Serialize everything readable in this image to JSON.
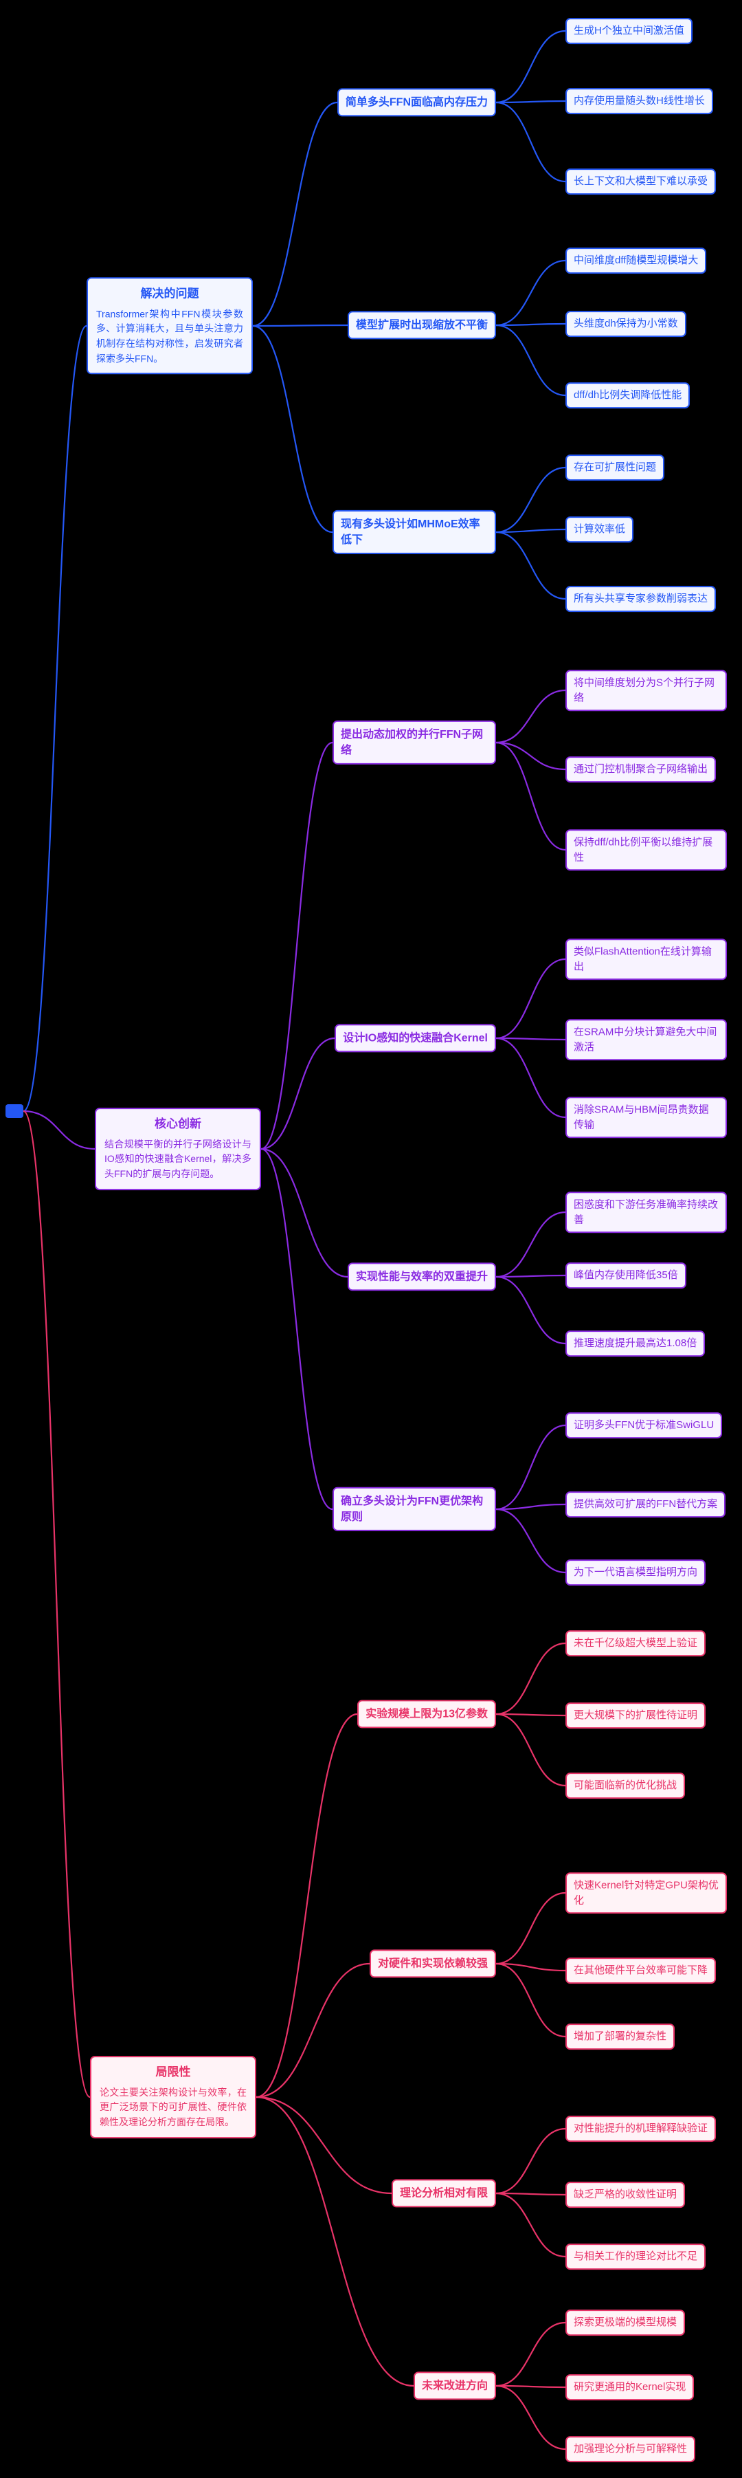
{
  "colors": {
    "blue": "#2457f5",
    "purple": "#8a2be2",
    "pink": "#e83368"
  },
  "background": "#000000",
  "branches": [
    {
      "title": "解决的问题",
      "description": "Transformer架构中FFN模块参数多、计算消耗大，且与单头注意力机制存在结构对称性，启发研究者探索多头FFN。",
      "color": "blue",
      "children": [
        {
          "label": "简单多头FFN面临高内存压力",
          "children": [
            {
              "label": "生成H个独立中间激活值"
            },
            {
              "label": "内存使用量随头数H线性增长"
            },
            {
              "label": "长上下文和大模型下难以承受"
            }
          ]
        },
        {
          "label": "模型扩展时出现缩放不平衡",
          "children": [
            {
              "label": "中间维度dff随模型规模增大"
            },
            {
              "label": "头维度dh保持为小常数"
            },
            {
              "label": "dff/dh比例失调降低性能"
            }
          ]
        },
        {
          "label": "现有多头设计如MHMoE效率低下",
          "children": [
            {
              "label": "存在可扩展性问题"
            },
            {
              "label": "计算效率低"
            },
            {
              "label": "所有头共享专家参数削弱表达"
            }
          ]
        }
      ]
    },
    {
      "title": "核心创新",
      "description": "结合规模平衡的并行子网络设计与IO感知的快速融合Kernel，解决多头FFN的扩展与内存问题。",
      "color": "purple",
      "children": [
        {
          "label": "提出动态加权的并行FFN子网络",
          "children": [
            {
              "label": "将中间维度划分为S个并行子网络"
            },
            {
              "label": "通过门控机制聚合子网络输出"
            },
            {
              "label": "保持dff/dh比例平衡以维持扩展性"
            }
          ]
        },
        {
          "label": "设计IO感知的快速融合Kernel",
          "children": [
            {
              "label": "类似FlashAttention在线计算输出"
            },
            {
              "label": "在SRAM中分块计算避免大中间激活"
            },
            {
              "label": "消除SRAM与HBM间昂贵数据传输"
            }
          ]
        },
        {
          "label": "实现性能与效率的双重提升",
          "children": [
            {
              "label": "困惑度和下游任务准确率持续改善"
            },
            {
              "label": "峰值内存使用降低35倍"
            },
            {
              "label": "推理速度提升最高达1.08倍"
            }
          ]
        },
        {
          "label": "确立多头设计为FFN更优架构原则",
          "children": [
            {
              "label": "证明多头FFN优于标准SwiGLU"
            },
            {
              "label": "提供高效可扩展的FFN替代方案"
            },
            {
              "label": "为下一代语言模型指明方向"
            }
          ]
        }
      ]
    },
    {
      "title": "局限性",
      "description": "论文主要关注架构设计与效率，在更广泛场景下的可扩展性、硬件依赖性及理论分析方面存在局限。",
      "color": "pink",
      "children": [
        {
          "label": "实验规模上限为13亿参数",
          "children": [
            {
              "label": "未在千亿级超大模型上验证"
            },
            {
              "label": "更大规模下的扩展性待证明"
            },
            {
              "label": "可能面临新的优化挑战"
            }
          ]
        },
        {
          "label": "对硬件和实现依赖较强",
          "children": [
            {
              "label": "快速Kernel针对特定GPU架构优化"
            },
            {
              "label": "在其他硬件平台效率可能下降"
            },
            {
              "label": "增加了部署的复杂性"
            }
          ]
        },
        {
          "label": "理论分析相对有限",
          "children": [
            {
              "label": "对性能提升的机理解释缺验证"
            },
            {
              "label": "缺乏严格的收敛性证明"
            },
            {
              "label": "与相关工作的理论对比不足"
            }
          ]
        },
        {
          "label": "未来改进方向",
          "children": [
            {
              "label": "探索更极端的模型规模"
            },
            {
              "label": "研究更通用的Kernel实现"
            },
            {
              "label": "加强理论分析与可解释性"
            }
          ]
        }
      ]
    }
  ]
}
